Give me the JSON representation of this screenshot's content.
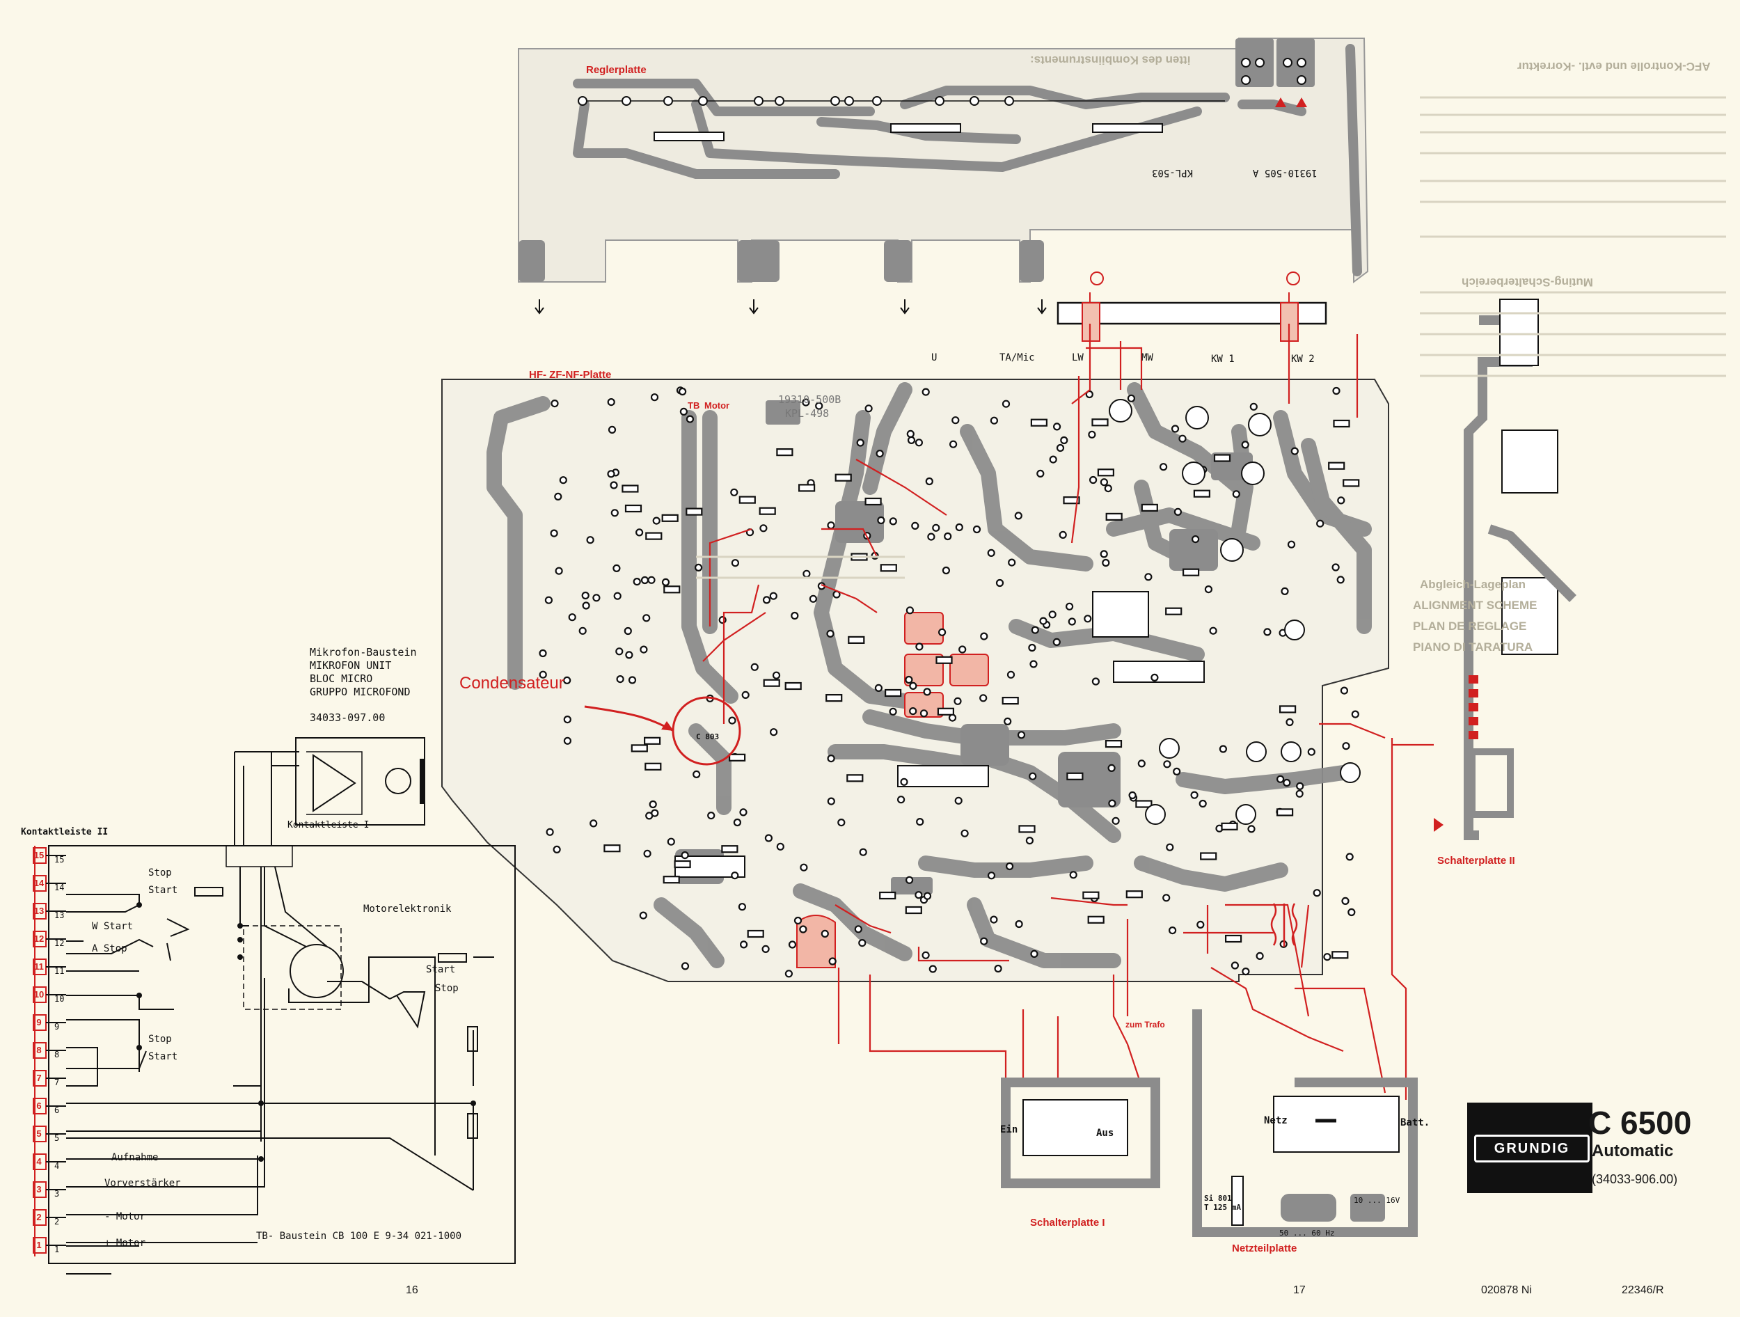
{
  "header_labels": {
    "regler": "Reglerplatte",
    "hf": "HF- ZF-NF-Platte",
    "kpl503": "KPL-503",
    "code1": "19310-505 A",
    "code2": "19310-500B",
    "kpl498": "KPL-498",
    "u": "U",
    "tamic": "TA/Mic",
    "lw": "LW",
    "mw": "MW",
    "kw1": "KW 1",
    "kw2": "KW 2",
    "tb": "TB",
    "motor": "Motor"
  },
  "annotation": {
    "text": "Condensateur",
    "component": "C 803"
  },
  "micro_module": {
    "lines": [
      "Mikrofon-Baustein",
      "MIKROFON UNIT",
      "BLOC MICRO",
      "GRUPPO MICROFOND"
    ],
    "part": "34033-097.00",
    "kontakt1": "Kontaktleiste I"
  },
  "kontaktleiste": {
    "title": "Kontaktleiste II",
    "pins": [
      "15",
      "14",
      "13",
      "12",
      "11",
      "10",
      "9",
      "8",
      "7",
      "6",
      "5",
      "4",
      "3",
      "2",
      "1"
    ],
    "labels": {
      "stop1": "Stop",
      "start1": "Start",
      "w_start": "W   Start",
      "a_stop": "A  Stop",
      "motorelektronik": "Motorelektronik",
      "stop2": "Stop",
      "start2": "Start",
      "aufnahme": "Aufnahme",
      "vorverstaerker": "Vorverstärker",
      "minus_motor": "- Motor",
      "plus_motor": "+ Motor",
      "start3": "Start",
      "stop3": "Stop"
    },
    "footer": "TB- Baustein  CB 100 E  9-34 021-1000"
  },
  "red_labels": {
    "schalterplatte2": "Schalterplatte II",
    "schalterplatte1": "Schalterplatte I",
    "netzteilplatte": "Netzteilplatte",
    "zum_trafo": "zum Trafo",
    "netz": "Netz",
    "batt": "Batt.",
    "ein": "Ein",
    "aus": "Aus",
    "si801": "Si 801\nT 125 mA",
    "hz": "50 ... 60 Hz",
    "dc": "10 ... 16V"
  },
  "faint_text": {
    "heading1": "AFC-Kontrolle und evtl. -Korrektur",
    "heading2": "Muting-Schalterbereich",
    "heading3": "Abgleich-Lageplan",
    "heading4": "ALIGNMENT SCHEME",
    "heading5": "PLAN DE REGLAGE",
    "heading6": "PIANO DI TARATURA",
    "heading7": "itten des Kombiinstruments:"
  },
  "branding": {
    "logo": "GRUNDIG",
    "model": "C 6500",
    "variant": "Automatic",
    "code": "(34033-906.00)"
  },
  "footer": {
    "page_left": "16",
    "page_right": "17",
    "date_code": "020878 Ni",
    "doc_code": "22346/R"
  },
  "colors": {
    "trace": "#8c8c8c",
    "red": "#d12020",
    "paper": "#fbf8ea",
    "black": "#111111"
  }
}
